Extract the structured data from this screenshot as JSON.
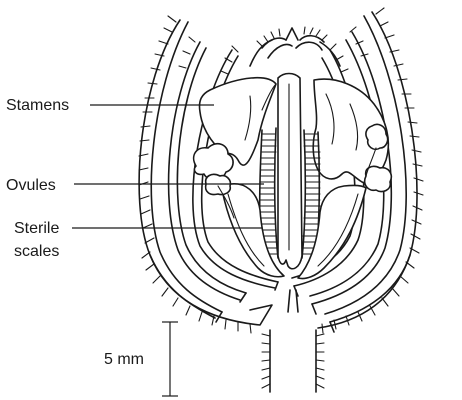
{
  "labels": {
    "stamens": "Stamens",
    "ovules": "Ovules",
    "sterile_line1": "Sterile",
    "sterile_line2": "scales"
  },
  "scale_bar": {
    "value": 5,
    "unit": "mm",
    "label": "5 mm"
  },
  "colors": {
    "line": "#1a1a1a",
    "background": "#ffffff"
  }
}
